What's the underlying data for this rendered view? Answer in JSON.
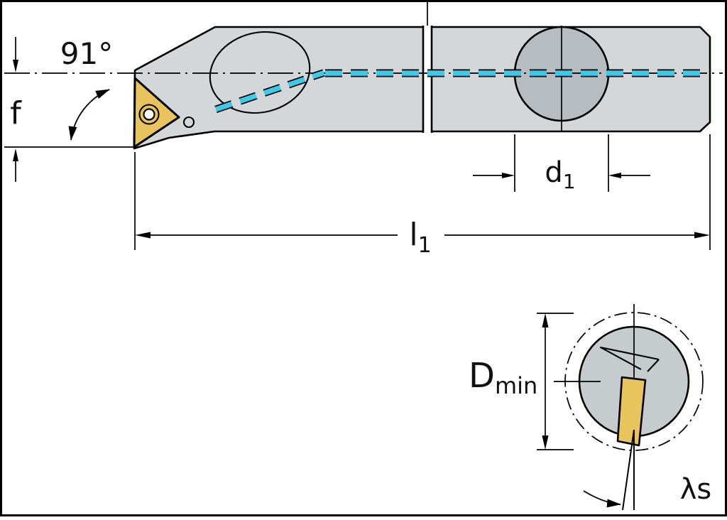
{
  "diagram": {
    "view_main": {
      "angle_label": "91°",
      "f_label": "f",
      "l1": {
        "base": "l",
        "sub": "1"
      },
      "d1": {
        "base": "d",
        "sub": "1"
      }
    },
    "view_section": {
      "dmin": {
        "base": "D",
        "sub": "min"
      },
      "lambda_label": "λs"
    },
    "colors": {
      "background": "#ffffff",
      "outline": "#000000",
      "body_fill": "#d3d7d9",
      "insert_fill": "#e9c35c",
      "d1_circle_fill": "#b6bcbf",
      "section_circle_fill": "#c6cbce",
      "coolant": "#3fc9e8"
    }
  }
}
